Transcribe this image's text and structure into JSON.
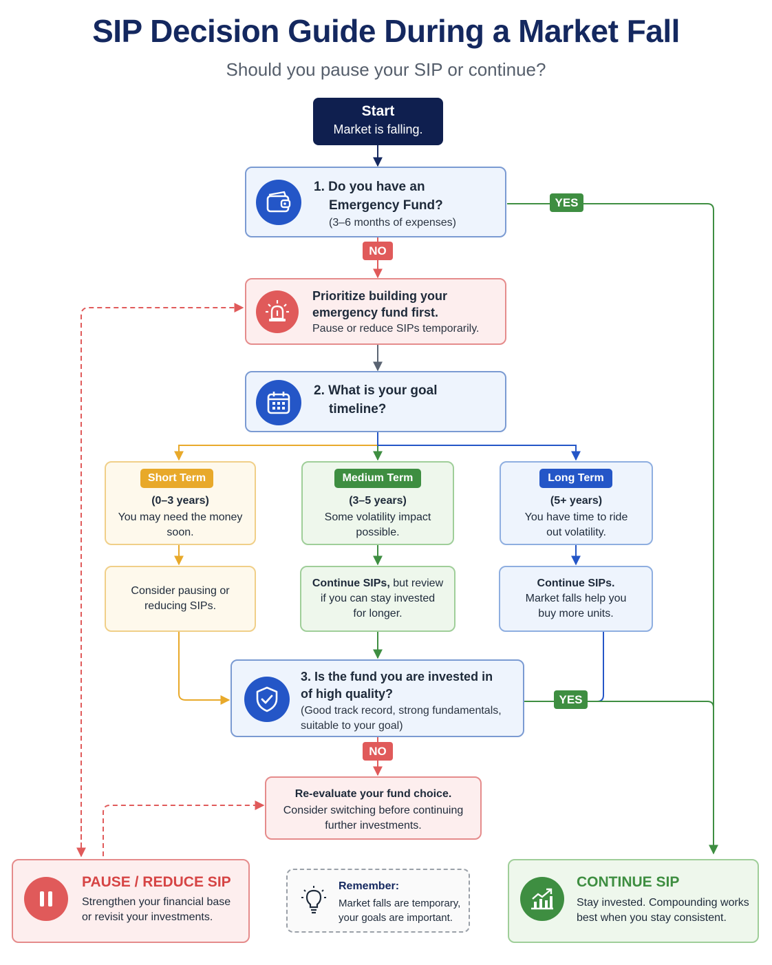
{
  "header": {
    "title": "SIP Decision Guide During a Market Fall",
    "subtitle": "Should you pause your SIP or continue?"
  },
  "start": {
    "label": "Start",
    "text": "Market is falling."
  },
  "q1": {
    "line1": "1. Do you have an",
    "line2": "Emergency Fund?",
    "note": "(3–6 months of expenses)",
    "yes_label": "YES",
    "no_label": "NO"
  },
  "prioritize": {
    "line1": "Prioritize building your",
    "line2": "emergency fund first.",
    "line3": "Pause or reduce SIPs temporarily."
  },
  "q2": {
    "line1": "2. What is your goal",
    "line2": "timeline?"
  },
  "short": {
    "tag": "Short Term",
    "range": "(0–3 years)",
    "desc1": "You may need the money",
    "desc2": "soon.",
    "action1": "Consider pausing or",
    "action2": "reducing SIPs."
  },
  "medium": {
    "tag": "Medium Term",
    "range": "(3–5 years)",
    "desc1": "Some volatility impact",
    "desc2": "possible.",
    "action_bold": "Continue SIPs,",
    "action1_rest": " but review",
    "action2": "if you can stay invested",
    "action3": "for longer."
  },
  "long": {
    "tag": "Long Term",
    "range": "(5+ years)",
    "desc1": "You have time to ride",
    "desc2": "out volatility.",
    "action_bold": "Continue SIPs.",
    "action2": "Market falls help you",
    "action3": "buy more units."
  },
  "q3": {
    "line1": "3. Is the fund you are invested in",
    "line2": "of high quality?",
    "note1": "(Good track record, strong fundamentals,",
    "note2": "suitable to your goal)",
    "yes_label": "YES",
    "no_label": "NO"
  },
  "reevaluate": {
    "line1": "Re-evaluate your fund choice.",
    "line2": "Consider switching before continuing",
    "line3": "further investments."
  },
  "pause": {
    "title": "PAUSE / REDUCE SIP",
    "desc1": "Strengthen your financial base",
    "desc2": "or revisit your investments."
  },
  "remember": {
    "title": "Remember:",
    "line1": "Market falls are temporary,",
    "line2": "your goals are important."
  },
  "continue": {
    "title": "CONTINUE SIP",
    "desc1": "Stay invested. Compounding works",
    "desc2": "best when you stay consistent."
  },
  "colors": {
    "navy": "#14285f",
    "blue": "#2456c7",
    "red": "#e05a5a",
    "green": "#3e8e41",
    "yellow": "#e8a92a"
  },
  "icons": [
    "wallet-icon",
    "alarm-icon",
    "calendar-icon",
    "shield-check-icon",
    "pause-icon",
    "lightbulb-icon",
    "growth-chart-icon"
  ]
}
